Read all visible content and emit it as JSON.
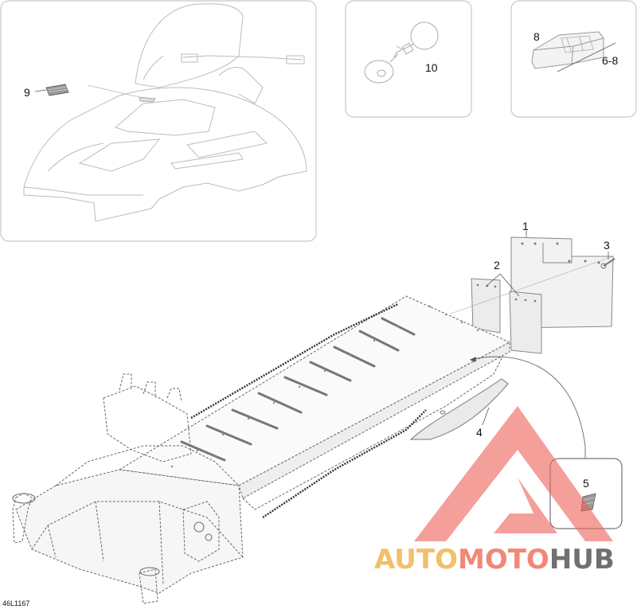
{
  "callouts": {
    "c1": "1",
    "c2": "2",
    "c3": "3",
    "c4": "4",
    "c5": "5",
    "c6_8": "6-8",
    "c8": "8",
    "c9": "9",
    "c10": "10"
  },
  "drawing_code": "46L1167",
  "watermark": {
    "part1": "AUTO",
    "part2": "MOTO",
    "part3": "HUB",
    "colors": {
      "auto": "#f0c06a",
      "moto": "#f08878",
      "hub": "#707070",
      "logo": "#f06058"
    }
  }
}
